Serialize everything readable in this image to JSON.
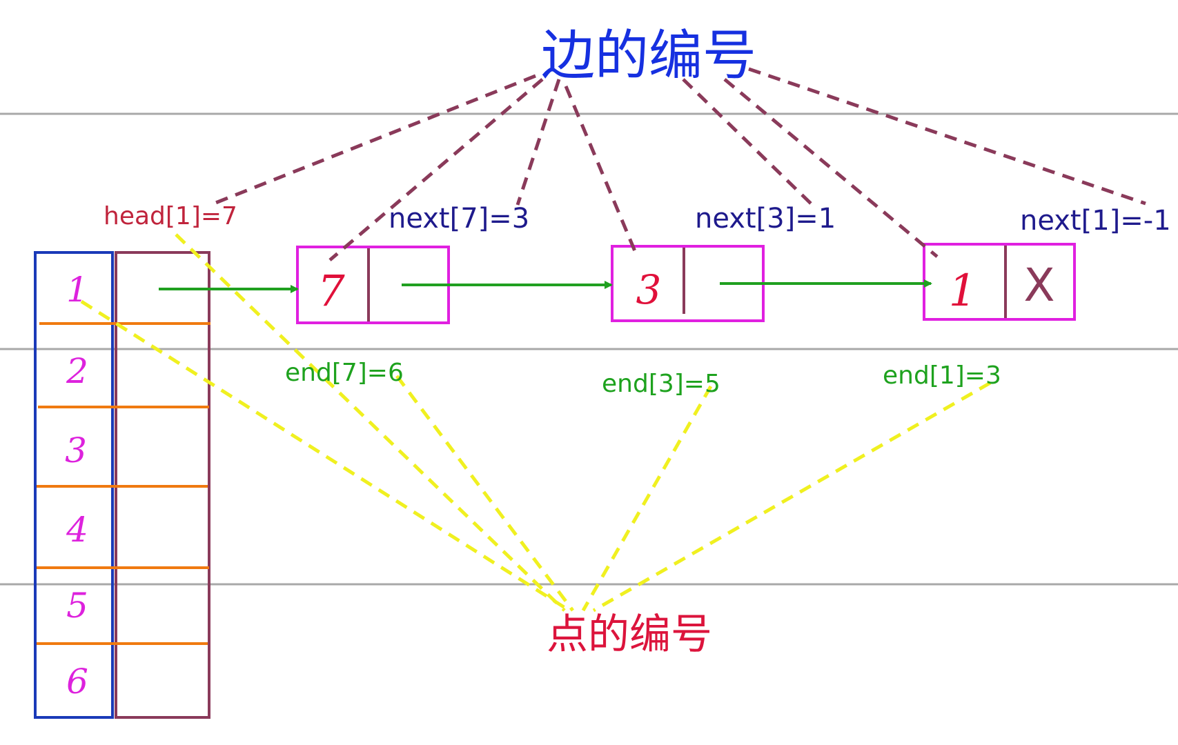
{
  "title_edge": {
    "text": "边的编号",
    "color": "#1630e0"
  },
  "title_vertex": {
    "text": "点的编号",
    "color": "#dc143c"
  },
  "head_label": {
    "text": "head[1]=7",
    "color": "#c0243c"
  },
  "next_labels": [
    {
      "text": "next[7]=3",
      "color": "#1e1a8c"
    },
    {
      "text": "next[3]=1",
      "color": "#1e1a8c"
    },
    {
      "text": "next[1]=-1",
      "color": "#1e1a8c"
    }
  ],
  "end_labels": [
    {
      "text": "end[7]=6",
      "color": "#1ea21e"
    },
    {
      "text": "end[3]=5",
      "color": "#1ea21e"
    },
    {
      "text": "end[1]=3",
      "color": "#1ea21e"
    }
  ],
  "vertex_numbers": [
    "1",
    "2",
    "3",
    "4",
    "5",
    "6"
  ],
  "nodes": [
    {
      "id": "7",
      "next": ""
    },
    {
      "id": "3",
      "next": ""
    },
    {
      "id": "1",
      "next": "X"
    }
  ],
  "colors": {
    "index_column": "#1a3ab8",
    "head_column": "#8a3a5a",
    "row_divider": "#f07a10",
    "node_box": "#e020e0",
    "node_divider": "#8a3a5a",
    "node_text": "#e0103a",
    "vertex_text": "#dd22dd",
    "arrow": "#20a020",
    "edge_dashes": "#8a3a5a",
    "vertex_dashes": "#f0f020",
    "rule_lines": "#a8a8a8",
    "x_mark": "#8a3a5a"
  }
}
